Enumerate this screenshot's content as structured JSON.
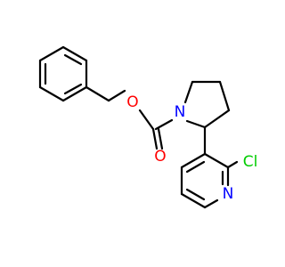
{
  "molecule": {
    "atoms": {
      "ester_oxygen": "O",
      "carbonyl_oxygen": "O",
      "pyrrolidine_nitrogen": "N",
      "pyridine_nitrogen": "N",
      "chlorine": "Cl"
    },
    "colors": {
      "bond": "#000000",
      "oxygen": "#ff0000",
      "nitrogen": "#0000ff",
      "chlorine": "#00cc00"
    }
  }
}
